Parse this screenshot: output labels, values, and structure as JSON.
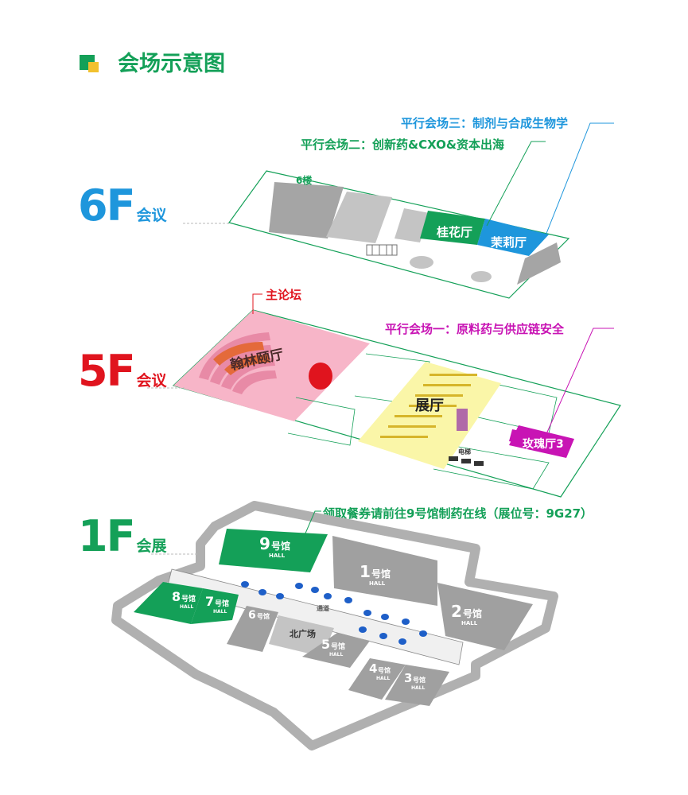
{
  "page_title": "会场示意图",
  "colors": {
    "green": "#14a058",
    "blue": "#1e96dc",
    "red": "#e0141e",
    "magenta": "#c814b4",
    "yellow": "#f2c12e",
    "pink": "#f7b5c8",
    "gray": "#a5a5a5"
  },
  "floors": {
    "f6": {
      "level": "6F",
      "type": "会议",
      "floor_tag": "6楼",
      "rooms": {
        "guihua": "桂花厅",
        "moli": "茉莉厅"
      },
      "callout_guihua": "平行会场二：创新药&CXO&资本出海",
      "callout_moli": "平行会场三：制剂与合成生物学"
    },
    "f5": {
      "level": "5F",
      "type": "会议",
      "rooms": {
        "main": "翰林颐厅",
        "exhibit": "展厅",
        "rose": "玫瑰厅3"
      },
      "callout_main": "主论坛",
      "callout_rose": "平行会场一：原料药与供应链安全",
      "elevator": "电梯"
    },
    "f1": {
      "level": "1F",
      "type": "会展",
      "callout": "领取餐券请前往9号馆制药在线（展位号：9G27）",
      "hall_suffix": "号馆",
      "hall_en": "HALL",
      "halls": [
        "9",
        "1",
        "2",
        "8",
        "7",
        "6",
        "5",
        "4",
        "3"
      ],
      "north_square": "北广场",
      "corridor": "通道"
    }
  }
}
